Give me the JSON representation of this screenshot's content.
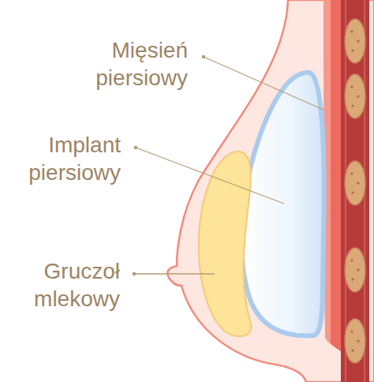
{
  "diagram": {
    "labels": [
      "Mięsień piersiowy",
      "Implant piersiowy",
      "Gruczoł mlekowy"
    ]
  }
}
